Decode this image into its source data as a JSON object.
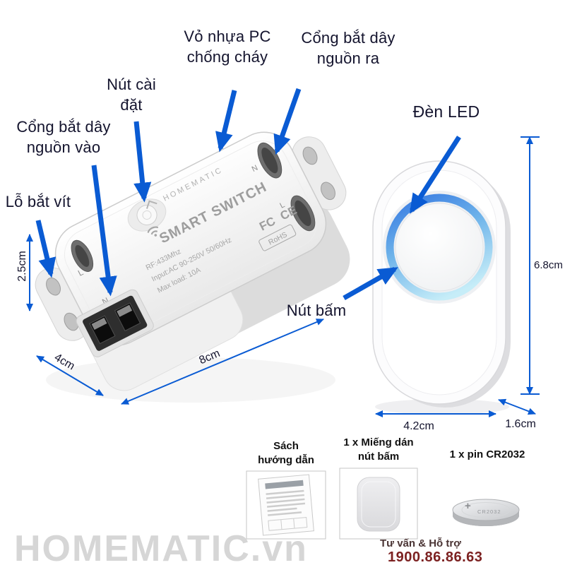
{
  "annotations": {
    "casing": "Vỏ nhựa PC\nchống cháy",
    "output_port": "Cổng bắt dây\nnguồn ra",
    "setup_button": "Nút cài\nđặt",
    "input_port": "Cổng bắt dây\nnguồn vào",
    "screw_hole": "Lỗ bắt vít",
    "led": "Đèn LED",
    "push_button": "Nút bấm"
  },
  "dimensions": {
    "switch_height": "2.5cm",
    "switch_width": "4cm",
    "switch_length": "8cm",
    "bell_height": "6.8cm",
    "bell_width": "4.2cm",
    "bell_depth": "1.6cm"
  },
  "device_print": {
    "brand": "HOMEMATIC",
    "product": "SMART SWITCH",
    "rf": "RF:433Mhz",
    "input": "Input:AC 90-250V 50/60Hz",
    "load": "Max load: 10A",
    "fcc": "FC",
    "ce": "CE",
    "rohs": "RoHS",
    "l": "L",
    "n": "N"
  },
  "accessories": {
    "manual_label": "Sách\nhướng dẫn",
    "sticker_label": "1 x Miếng dán\nnút bấm",
    "battery_label": "1 x pin CR2032",
    "battery_print": "CR2032",
    "battery_polarity": "+"
  },
  "footer": {
    "watermark": "HOMEMATIC.vn",
    "support": "Tư vấn & Hỗ trợ",
    "hotline": "1900.86.86.63"
  },
  "colors": {
    "arrow_blue": "#0a5bd3",
    "label_text": "#14142e",
    "watermark_gray": "#d6d6d6",
    "hotline_red": "#7c2121",
    "led_ring_top": "#3a7de2",
    "led_ring_bottom": "#c6edf8"
  }
}
